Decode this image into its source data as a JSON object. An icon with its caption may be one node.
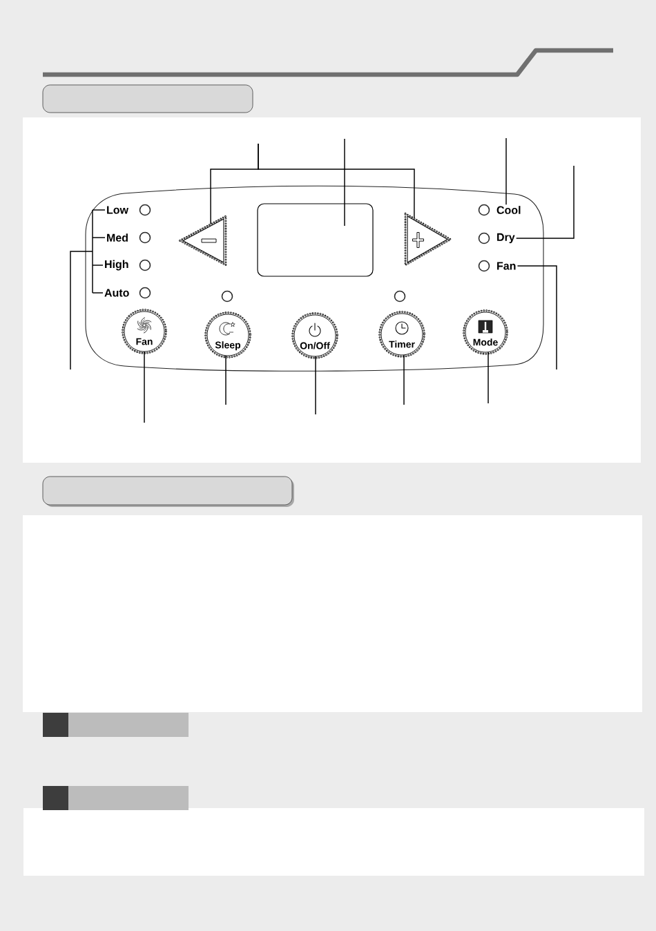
{
  "diagram": {
    "nodes": [
      {
        "text": [],
        "shape": "box"
      },
      {
        "text": [],
        "shape": "box"
      },
      {
        "text": [
          "Low"
        ],
        "in": 1
      },
      {
        "text": [
          "Med"
        ],
        "in": 1
      },
      {
        "text": [
          "High"
        ],
        "in": 1
      },
      {
        "text": [
          "Auto"
        ],
        "in": 1
      },
      {
        "text": [],
        "shape": "triangle",
        "in": 1
      },
      {
        "text": [],
        "shape": "box",
        "in": 1
      },
      {
        "text": [],
        "shape": "triangle",
        "in": 1
      },
      {
        "text": [
          "Cool"
        ],
        "in": 1
      },
      {
        "text": [
          "Dry"
        ],
        "in": 1
      },
      {
        "text": [
          "Fan"
        ],
        "in": 1
      },
      {
        "text": [
          "Fan"
        ],
        "in": 1
      },
      {
        "text": [
          "Sleep"
        ],
        "in": 1
      },
      {
        "text": [
          "On/Off"
        ],
        "in": 1
      },
      {
        "text": [
          "Timer"
        ],
        "in": 1
      },
      {
        "text": [
          "Mode"
        ],
        "in": 1
      },
      {
        "text": [],
        "shape": "box"
      }
    ],
    "edges": [
      {
        "from": null,
        "to": 2,
        "arrow": "none"
      },
      {
        "from": null,
        "to": 3,
        "arrow": "none"
      },
      {
        "from": null,
        "to": 4,
        "arrow": "none"
      },
      {
        "from": null,
        "to": 5,
        "arrow": "none"
      },
      {
        "from": null,
        "to": 6,
        "arrow": "none"
      },
      {
        "from": null,
        "to": 8,
        "arrow": "none"
      },
      {
        "from": null,
        "to": 7,
        "arrow": "none"
      },
      {
        "from": null,
        "to": 9,
        "arrow": "none"
      },
      {
        "from": null,
        "to": 10,
        "arrow": "none"
      },
      {
        "from": null,
        "to": 11,
        "arrow": "none"
      },
      {
        "from": null,
        "to": 12,
        "arrow": "none"
      },
      {
        "from": null,
        "to": 13,
        "arrow": "none"
      },
      {
        "from": null,
        "to": 14,
        "arrow": "none"
      },
      {
        "from": null,
        "to": 15,
        "arrow": "none"
      },
      {
        "from": null,
        "to": 16,
        "arrow": "none"
      }
    ]
  }
}
